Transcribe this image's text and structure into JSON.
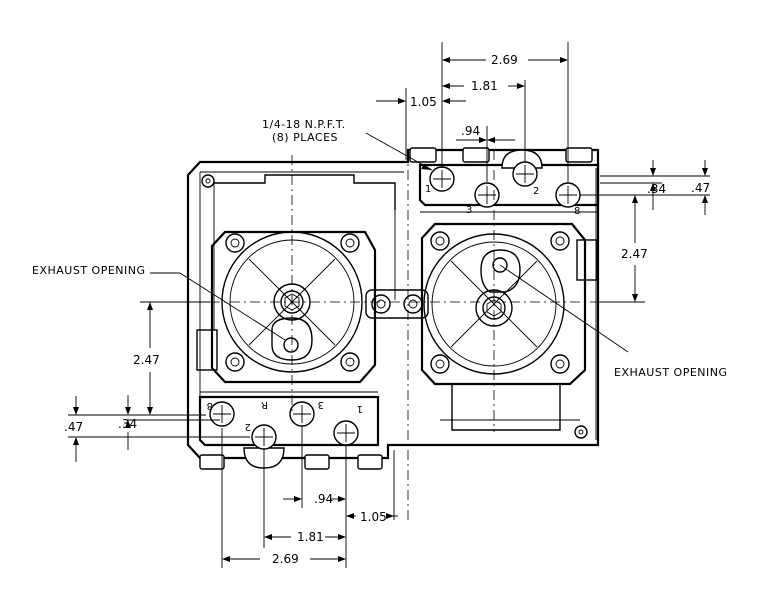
{
  "callouts": {
    "port_spec_line1": "1/4-18 N.P.F.T.",
    "port_spec_line2": "(8) PLACES",
    "exhaust_left": "EXHAUST OPENING",
    "exhaust_right": "EXHAUST OPENING"
  },
  "dimensions": {
    "top_269": "2.69",
    "top_181": "1.81",
    "top_105": "1.05",
    "top_094": ".94",
    "right_034": ".34",
    "right_047": ".47",
    "right_247": "2.47",
    "left_247": "2.47",
    "left_047": ".47",
    "left_034": ".34",
    "bottom_094": ".94",
    "bottom_105": "1.05",
    "bottom_181": "1.81",
    "bottom_269": "2.69"
  },
  "port_numbers": {
    "top": [
      "1",
      "2",
      "3",
      "8"
    ],
    "bottom": [
      "8",
      "2",
      "3",
      "1"
    ]
  }
}
